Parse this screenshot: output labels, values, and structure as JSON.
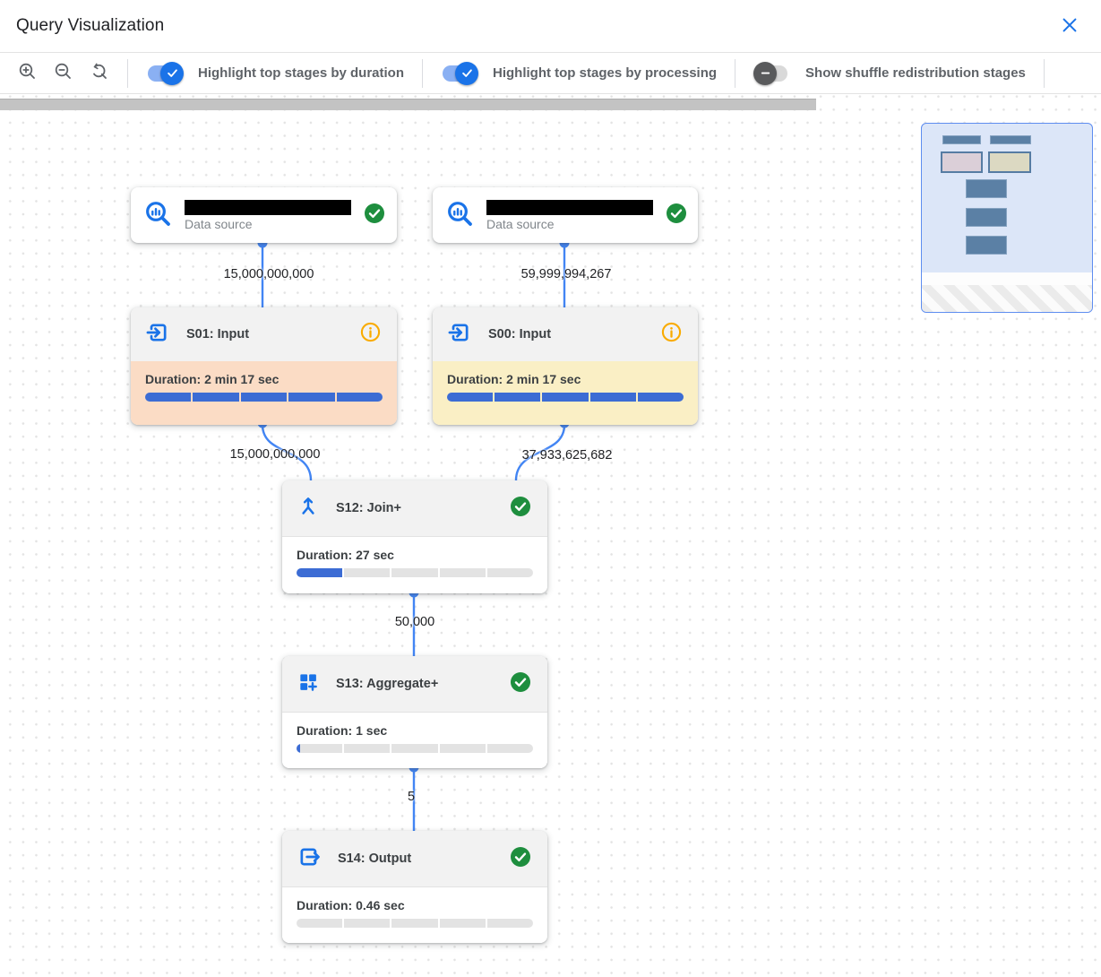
{
  "header": {
    "title": "Query Visualization"
  },
  "toolbar": {
    "zoom_buttons": [
      {
        "name": "zoom-in"
      },
      {
        "name": "zoom-out"
      },
      {
        "name": "zoom-reset"
      }
    ],
    "toggles": [
      {
        "label": "Highlight top stages by duration",
        "state": "on"
      },
      {
        "label": "Highlight top stages by processing",
        "state": "on"
      },
      {
        "label": "Show shuffle redistribution stages",
        "state": "off"
      }
    ]
  },
  "colors": {
    "accent_blue": "#1a73e8",
    "edge_blue": "#4285f4",
    "progress_blue": "#3c6cd4",
    "duration_highlight": "#fbdcc5",
    "processing_highlight": "#faefc5",
    "success_green": "#1e8e3e",
    "info_orange": "#f9ab00"
  },
  "graph": {
    "nodes": [
      {
        "id": "ds1",
        "type": "data-source",
        "caption": "Data source",
        "name_redacted": true,
        "status": "complete"
      },
      {
        "id": "ds2",
        "type": "data-source",
        "caption": "Data source",
        "name_redacted": true,
        "status": "complete"
      },
      {
        "id": "s01",
        "type": "stage",
        "title": "S01: Input",
        "duration": "Duration: 2 min 17 sec",
        "progress_pct": 100,
        "highlight": "duration",
        "status": "info"
      },
      {
        "id": "s00",
        "type": "stage",
        "title": "S00: Input",
        "duration": "Duration: 2 min 17 sec",
        "progress_pct": 100,
        "highlight": "processing",
        "status": "info"
      },
      {
        "id": "s12",
        "type": "stage",
        "title": "S12: Join+",
        "duration": "Duration: 27 sec",
        "progress_pct": 20,
        "highlight": "none",
        "status": "complete"
      },
      {
        "id": "s13",
        "type": "stage",
        "title": "S13: Aggregate+",
        "duration": "Duration: 1 sec",
        "progress_pct": 2,
        "highlight": "none",
        "status": "complete"
      },
      {
        "id": "s14",
        "type": "stage",
        "title": "S14: Output",
        "duration": "Duration: 0.46 sec",
        "progress_pct": 0,
        "highlight": "none",
        "status": "complete"
      }
    ],
    "edges": [
      {
        "from": "ds1",
        "to": "s01",
        "label": "15,000,000,000"
      },
      {
        "from": "ds2",
        "to": "s00",
        "label": "59,999,994,267"
      },
      {
        "from": "s01",
        "to": "s12",
        "label": "15,000,000,000"
      },
      {
        "from": "s00",
        "to": "s12",
        "label": "37,933,625,682"
      },
      {
        "from": "s12",
        "to": "s13",
        "label": "50,000"
      },
      {
        "from": "s13",
        "to": "s14",
        "label": "5"
      }
    ]
  }
}
